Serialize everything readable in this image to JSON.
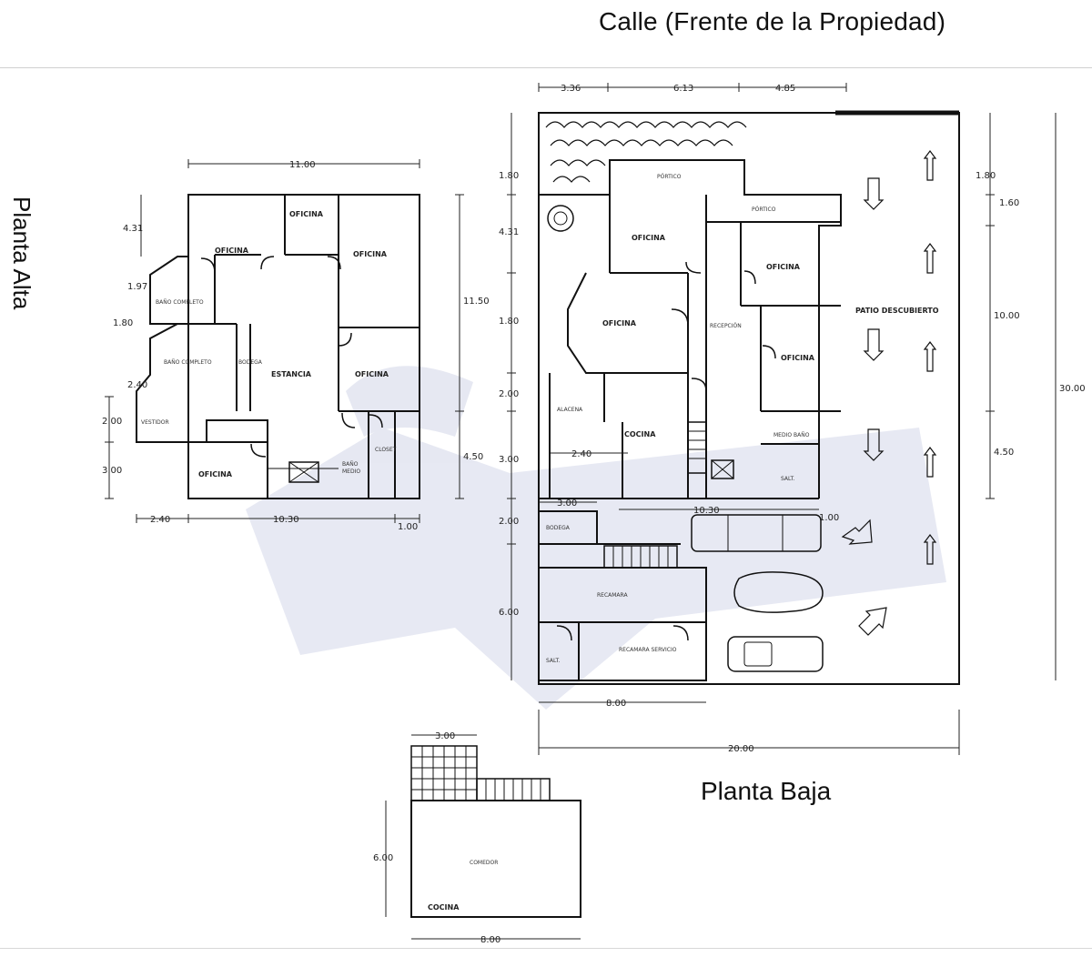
{
  "header": {
    "title": "Calle (Frente de la Propiedad)"
  },
  "labels": {
    "upper_floor": "Planta Alta",
    "ground_floor": "Planta Baja"
  },
  "upper": {
    "rooms": [
      "OFICINA",
      "OFICINA",
      "OFICINA",
      "OFICINA",
      "OFICINA",
      "ESTANCIA",
      "BAÑO COMPLETO",
      "BAÑO COMPLETO",
      "VESTIDOR",
      "BODEGA",
      "CLOSET",
      "BAÑO",
      "MEDIO"
    ],
    "dims": [
      "11.00",
      "11.50",
      "4.50",
      "10.30",
      "2.40",
      "1.00",
      "4.31",
      "1.97",
      "1.80",
      "2.40",
      "2.00",
      "3.00"
    ]
  },
  "ground": {
    "rooms": [
      "PÓRTICO",
      "PÓRTICO",
      "OFICINA",
      "OFICINA",
      "OFICINA",
      "OFICINA",
      "RECEPCIÓN",
      "PATIO DESCUBIERTO",
      "ALACENA",
      "COCINA",
      "MEDIO BAÑO",
      "SALT.",
      "BODEGA",
      "RECAMARA",
      "RECAMARA SERVICIO",
      "SALT."
    ],
    "dims": [
      "3.36",
      "6.13",
      "4.85",
      "1.80",
      "4.31",
      "1.80",
      "2.00",
      "3.00",
      "2.40",
      "3.00",
      "2.00",
      "6.00",
      "10.30",
      "1.00",
      "1.80",
      "1.60",
      "10.00",
      "4.50",
      "30.00",
      "8.00",
      "20.00"
    ]
  },
  "roof": {
    "rooms": [
      "COMEDOR",
      "COCINA"
    ],
    "dims": [
      "3.00",
      "6.00",
      "8.00"
    ]
  }
}
